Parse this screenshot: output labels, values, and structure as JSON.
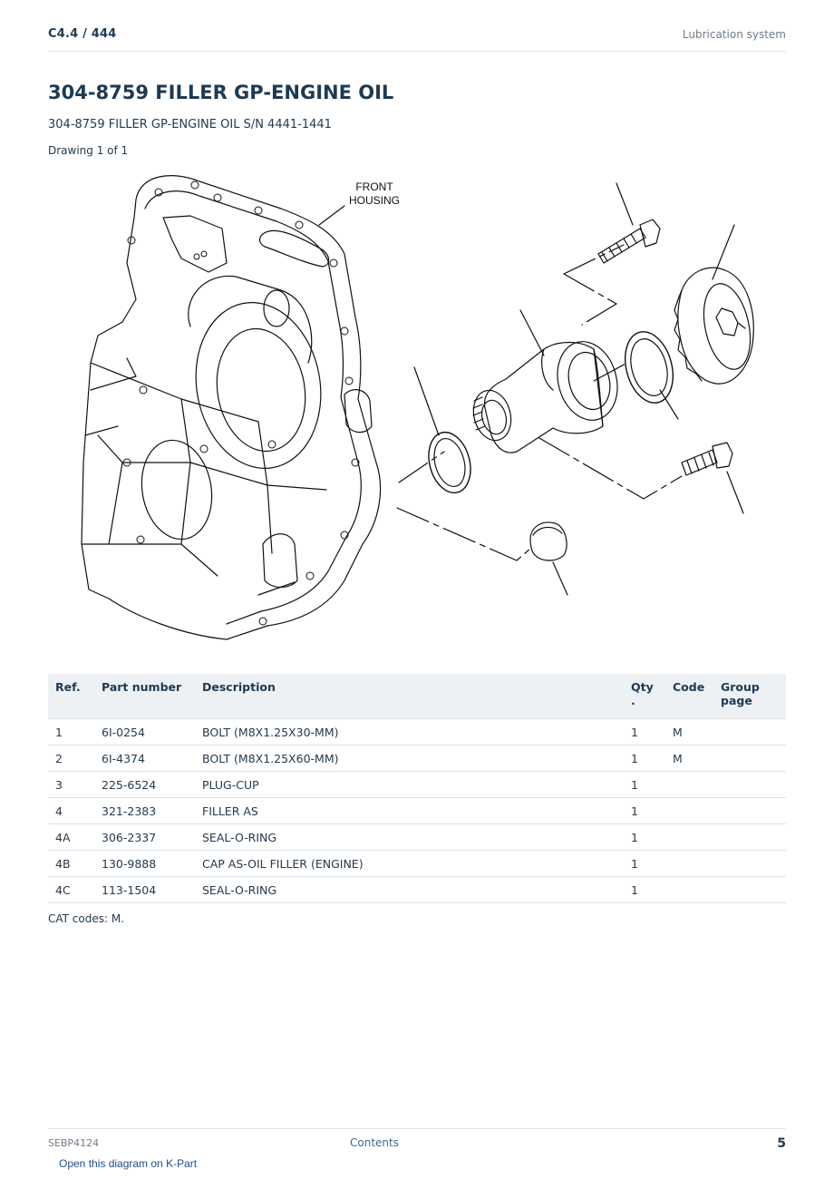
{
  "header": {
    "section": "C4.4  /  444",
    "category": "Lubrication system"
  },
  "page_title": "304-8759 FILLER GP-ENGINE OIL",
  "subtitle": "304-8759 FILLER GP-ENGINE OIL S/N 4441-1441",
  "drawing": {
    "label": "Drawing 1 of 1",
    "callout_line1": "FRONT",
    "callout_line2": "HOUSING"
  },
  "table": {
    "headers": {
      "ref": "Ref.",
      "part_number": "Part number",
      "description": "Description",
      "qty": "Qty",
      "qty_dot": ".",
      "code": "Code",
      "group_page_1": "Group",
      "group_page_2": "page"
    },
    "rows": [
      {
        "ref": "1",
        "part_number": "6I-0254",
        "description": "BOLT (M8X1.25X30-MM)",
        "qty": "1",
        "code": "M",
        "group_page": ""
      },
      {
        "ref": "2",
        "part_number": "6I-4374",
        "description": "BOLT (M8X1.25X60-MM)",
        "qty": "1",
        "code": "M",
        "group_page": ""
      },
      {
        "ref": "3",
        "part_number": "225-6524",
        "description": "PLUG-CUP",
        "qty": "1",
        "code": "",
        "group_page": ""
      },
      {
        "ref": "4",
        "part_number": "321-2383",
        "description": "FILLER AS",
        "qty": "1",
        "code": "",
        "group_page": ""
      },
      {
        "ref": "4A",
        "part_number": "306-2337",
        "description": "SEAL-O-RING",
        "qty": "1",
        "code": "",
        "group_page": ""
      },
      {
        "ref": "4B",
        "part_number": "130-9888",
        "description": "CAP AS-OIL FILLER (ENGINE)",
        "qty": "1",
        "code": "",
        "group_page": ""
      },
      {
        "ref": "4C",
        "part_number": "113-1504",
        "description": "SEAL-O-RING",
        "qty": "1",
        "code": "",
        "group_page": ""
      }
    ]
  },
  "cat_codes": "CAT codes: M.",
  "footer": {
    "doc_number": "SEBP4124",
    "contents_link": "Contents",
    "page_number": "5"
  },
  "kpart_link": "Open this diagram on K-Part"
}
